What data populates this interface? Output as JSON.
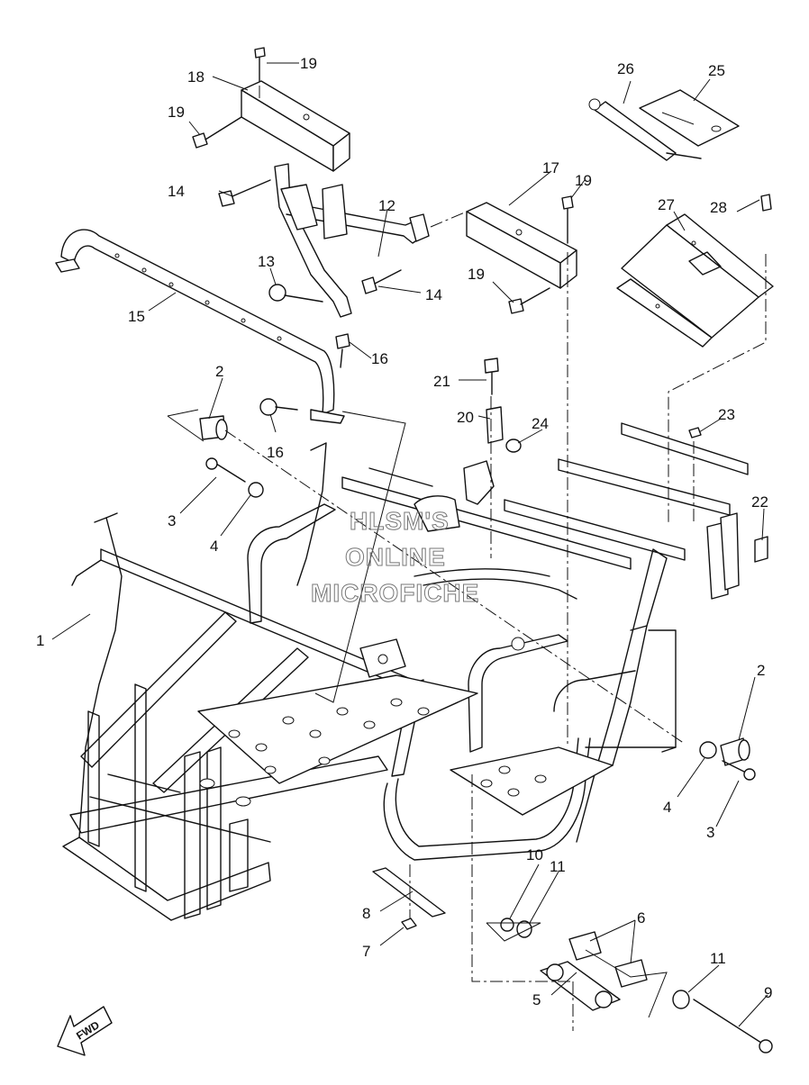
{
  "watermark": {
    "line1": "HLSM'S",
    "line2": "ONLINE",
    "line3": "MICROFICHE"
  },
  "direction_arrow": {
    "label": "FWD",
    "icon": "fwd-arrow-icon"
  },
  "callouts": [
    {
      "id": "c1",
      "label": "1"
    },
    {
      "id": "c2a",
      "label": "2"
    },
    {
      "id": "c2b",
      "label": "2"
    },
    {
      "id": "c3a",
      "label": "3"
    },
    {
      "id": "c3b",
      "label": "3"
    },
    {
      "id": "c4a",
      "label": "4"
    },
    {
      "id": "c4b",
      "label": "4"
    },
    {
      "id": "c5",
      "label": "5"
    },
    {
      "id": "c6",
      "label": "6"
    },
    {
      "id": "c7",
      "label": "7"
    },
    {
      "id": "c8",
      "label": "8"
    },
    {
      "id": "c9",
      "label": "9"
    },
    {
      "id": "c10",
      "label": "10"
    },
    {
      "id": "c11a",
      "label": "11"
    },
    {
      "id": "c11b",
      "label": "11"
    },
    {
      "id": "c12",
      "label": "12"
    },
    {
      "id": "c13",
      "label": "13"
    },
    {
      "id": "c14a",
      "label": "14"
    },
    {
      "id": "c14b",
      "label": "14"
    },
    {
      "id": "c15",
      "label": "15"
    },
    {
      "id": "c16a",
      "label": "16"
    },
    {
      "id": "c16b",
      "label": "16"
    },
    {
      "id": "c17",
      "label": "17"
    },
    {
      "id": "c18",
      "label": "18"
    },
    {
      "id": "c19a",
      "label": "19"
    },
    {
      "id": "c19b",
      "label": "19"
    },
    {
      "id": "c19c",
      "label": "19"
    },
    {
      "id": "c19d",
      "label": "19"
    },
    {
      "id": "c20",
      "label": "20"
    },
    {
      "id": "c21",
      "label": "21"
    },
    {
      "id": "c22",
      "label": "22"
    },
    {
      "id": "c23",
      "label": "23"
    },
    {
      "id": "c24",
      "label": "24"
    },
    {
      "id": "c25",
      "label": "25"
    },
    {
      "id": "c26",
      "label": "26"
    },
    {
      "id": "c27",
      "label": "27"
    },
    {
      "id": "c28",
      "label": "28"
    }
  ]
}
